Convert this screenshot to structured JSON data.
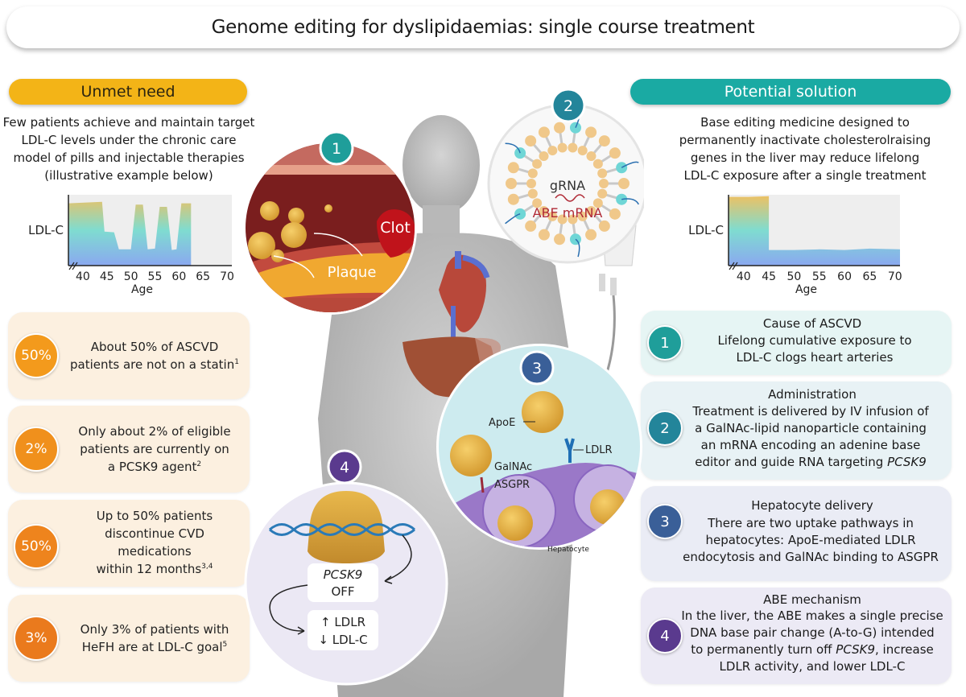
{
  "title": "Genome editing for dyslipidaemias: single course treatment",
  "colors": {
    "unmet_pill": "#f3b417",
    "solution_pill": "#1aaaa3",
    "stat_card_bg": "#fcf0e0",
    "stat_badge_light": "#f39a1c",
    "stat_badge_dark": "#ea7a1d",
    "step1": "#1f9e9a",
    "step2": "#23859a",
    "step3": "#3a5f98",
    "step4": "#5a3a8e",
    "chart_high": "#f0c060",
    "chart_mid": "#7fdcd0",
    "chart_low": "#8aa8f0",
    "chart_bg": "#eeeeee"
  },
  "unmet_need": {
    "header": "Unmet need",
    "description_lines": [
      "Few patients achieve and maintain target",
      "LDL-C levels under the chronic care",
      "model of pills and injectable therapies",
      "(illustrative example below)"
    ],
    "stats": [
      {
        "badge": "50%",
        "lines": [
          "About 50% of ASCVD",
          "patients are not on a statin"
        ],
        "sup": "1"
      },
      {
        "badge": "2%",
        "lines": [
          "Only about 2% of eligible",
          "patients are currently on",
          "a PCSK9 agent"
        ],
        "sup": "2"
      },
      {
        "badge": "50%",
        "lines": [
          "Up to 50% patients",
          "discontinue CVD",
          "medications",
          "within 12 months"
        ],
        "sup": "3,4"
      },
      {
        "badge": "3%",
        "lines": [
          "Only 3% of patients with",
          "HeFH are at LDL-C goal"
        ],
        "sup": "5"
      }
    ]
  },
  "potential_solution": {
    "header": "Potential solution",
    "description_lines": [
      "Base editing medicine designed to",
      "permanently inactivate cholesterolraising",
      "genes in the liver may reduce lifelong",
      "LDL-C exposure after a single treatment"
    ],
    "steps": [
      {
        "number": "1",
        "title": "Cause of ASCVD",
        "lines": [
          "Lifelong cumulative exposure to",
          "LDL-C clogs heart arteries"
        ]
      },
      {
        "number": "2",
        "title": "Administration",
        "lines": [
          "Treatment is delivered by IV infusion of",
          "a GalNAc-lipid nanoparticle containing",
          "an mRNA encoding an adenine base",
          "editor and guide RNA targeting PCSK9"
        ],
        "italic_word": "PCSK9"
      },
      {
        "number": "3",
        "title": "Hepatocyte delivery",
        "lines": [
          "There are two uptake pathways in",
          "hepatocytes: ApoE-mediated LDLR",
          "endocytosis and GalNAc binding to ASGPR"
        ]
      },
      {
        "number": "4",
        "title": "ABE mechanism",
        "lines": [
          "In the liver, the ABE makes a single precise",
          "DNA base pair change (A-to-G) intended",
          "to permanently turn off PCSK9, increase",
          "LDLR activity, and lower LDL-C"
        ],
        "italic_word": "PCSK9"
      }
    ]
  },
  "illustration": {
    "panel1": {
      "number": "1",
      "labels": {
        "clot": "Clot",
        "plaque": "Plaque"
      }
    },
    "panel2": {
      "number": "2",
      "labels": {
        "grna": "gRNA",
        "abe_mrna": "ABE mRNA"
      }
    },
    "panel3": {
      "number": "3",
      "labels": {
        "apoe": "ApoE",
        "ldlr": "LDLR",
        "galnac": "GalNAc",
        "asgpr": "ASGPR",
        "hepatocyte": "Hepatocyte"
      }
    },
    "panel4": {
      "number": "4",
      "labels": {
        "gene": "PCSK9",
        "state": "OFF",
        "ldlr": "↑ LDLR",
        "ldlc": "↓ LDL-C"
      }
    }
  },
  "chart_data": [
    {
      "type": "area",
      "title": "Unmet need: LDL-C under chronic care (illustrative)",
      "xlabel": "Age",
      "ylabel": "LDL-C",
      "x_ticks": [
        40,
        45,
        50,
        55,
        60,
        65,
        70
      ],
      "xlim": [
        37,
        71
      ],
      "ylim": [
        0,
        1
      ],
      "y_units": "relative (illustrative)",
      "axis_break": "x",
      "points": [
        [
          37,
          0.88
        ],
        [
          44,
          0.9
        ],
        [
          44.5,
          0.48
        ],
        [
          46.5,
          0.47
        ],
        [
          47.5,
          0.23
        ],
        [
          50,
          0.23
        ],
        [
          51,
          0.86
        ],
        [
          52.5,
          0.86
        ],
        [
          53.5,
          0.23
        ],
        [
          55,
          0.24
        ],
        [
          56,
          0.83
        ],
        [
          57.5,
          0.83
        ],
        [
          58.5,
          0.22
        ],
        [
          59.5,
          0.23
        ],
        [
          60.5,
          0.88
        ],
        [
          62.5,
          0.88
        ],
        [
          62.5,
          0
        ]
      ]
    },
    {
      "type": "area",
      "title": "Potential solution: LDL-C after single treatment (illustrative)",
      "xlabel": "Age",
      "ylabel": "LDL-C",
      "x_ticks": [
        40,
        45,
        50,
        55,
        60,
        65,
        70
      ],
      "xlim": [
        37,
        71
      ],
      "ylim": [
        0,
        1
      ],
      "y_units": "relative (illustrative)",
      "axis_break": "x",
      "points": [
        [
          37,
          0.97
        ],
        [
          41,
          0.97
        ],
        [
          45,
          0.98
        ],
        [
          45,
          0.22
        ],
        [
          50,
          0.22
        ],
        [
          55,
          0.23
        ],
        [
          60,
          0.22
        ],
        [
          65,
          0.24
        ],
        [
          71,
          0.23
        ]
      ]
    }
  ]
}
